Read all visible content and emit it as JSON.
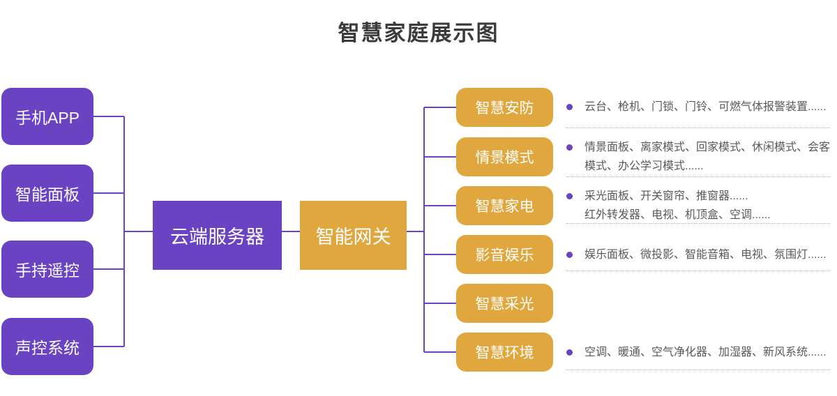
{
  "title": "智慧家庭展示图",
  "left_nodes": [
    {
      "label": "手机APP"
    },
    {
      "label": "智能面板"
    },
    {
      "label": "手持遥控"
    },
    {
      "label": "声控系统"
    }
  ],
  "center_nodes": {
    "cloud_server": "云端服务器",
    "gateway": "智能网关"
  },
  "right_nodes": [
    {
      "label": "智慧安防",
      "desc": [
        "云台、枪机、门锁、门铃、可燃气体报警装置......"
      ]
    },
    {
      "label": "情景模式",
      "desc": [
        "情景面板、离家模式、回家模式、休闲模式、会客模式、办公学习模式......"
      ]
    },
    {
      "label": "智慧家电",
      "desc": [
        "采光面板、开关窗帘、推窗器......",
        "红外转发器、电视、机顶盒、空调......"
      ]
    },
    {
      "label": "影音娱乐",
      "desc": [
        "娱乐面板、微投影、智能音箱、电视、氛围灯......"
      ]
    },
    {
      "label": "智慧采光",
      "desc": []
    },
    {
      "label": "智慧环境",
      "desc": [
        "空调、暖通、空气净化器、加湿器、新风系统......"
      ]
    }
  ],
  "colors": {
    "purple": "#6a43c3",
    "gold": "#e0a73e",
    "title_text": "#3b3b3b",
    "desc_text": "#595959",
    "divider": "#b8b8b8",
    "bullet": "#6a43c3"
  }
}
